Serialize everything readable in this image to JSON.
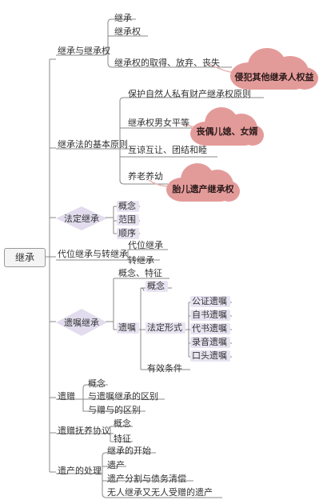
{
  "root": "继承",
  "sections": {
    "s1": {
      "label": "继承与继承权",
      "items": [
        "继承",
        "继承权",
        "继承权的取得、放弃、丧失"
      ]
    },
    "s2": {
      "label": "继承法的基本原则",
      "items": [
        "保护自然人私有财产继承权原则",
        "继承权男女平等",
        "互谅互让、团结和睦",
        "养老养幼"
      ]
    },
    "s3": {
      "label": "法定继承",
      "items": [
        "概念",
        "范围",
        "顺序"
      ]
    },
    "s4": {
      "label": "代位继承与转继承",
      "items": [
        "代位继承",
        "转继承"
      ]
    },
    "s5": {
      "label": "遗嘱继承",
      "concept": "概念、特征",
      "will": "遗嘱",
      "will_concept": "概念",
      "legal_form": "法定形式",
      "forms": [
        "公证遗嘱",
        "自书遗嘱",
        "代书遗嘱",
        "录音遗嘱",
        "口头遗嘱"
      ],
      "valid": "有效条件"
    },
    "s6": {
      "label": "遗赠",
      "items": [
        "概念",
        "与遗嘱继承的区别",
        "与赠与的区别"
      ]
    },
    "s7": {
      "label": "遗赠抚养协议",
      "items": [
        "概念",
        "特征"
      ]
    },
    "s8": {
      "label": "遗产的处理",
      "items": [
        "继承的开始",
        "遗产",
        "遗产分割与债务清偿",
        "无人继承又无人受赠的遗产"
      ]
    }
  },
  "callouts": [
    "侵犯其他继承人权益",
    "丧偶儿媳、女婿",
    "胎儿遗产继承权"
  ],
  "colors": {
    "line": "#888888",
    "diamond": "#e2dcee",
    "cloud": "#e39b99"
  }
}
